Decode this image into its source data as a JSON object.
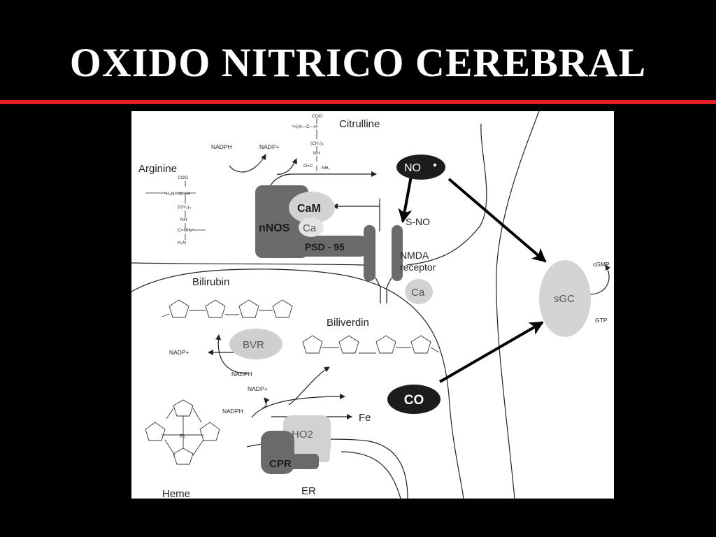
{
  "slide": {
    "title": "OXIDO NITRICO CEREBRAL"
  },
  "diagram": {
    "molecules": {
      "arginine": "Arginine",
      "citrulline": "Citrulline",
      "bilirubin": "Bilirubin",
      "biliverdin": "Biliverdin",
      "heme": "Heme",
      "fe": "Fe",
      "s_no": "S-NO"
    },
    "cofactors": {
      "nadph_top": "NADPH",
      "nadp_top": "NADP+",
      "nadp_bvr": "NADP+",
      "nadph_bvr": "NADPH",
      "nadp_ho": "NADP+",
      "nadph_ho": "NADPH",
      "cgmp": "cGMP",
      "gtp": "GTP"
    },
    "proteins": {
      "nnos": "nNOS",
      "cam": "CaM",
      "ca_nnos": "Ca",
      "psd95": "PSD - 95",
      "nmda_line1": "NMDA",
      "nmda_line2": "receptor",
      "ca_channel": "Ca",
      "sgc": "sGC",
      "bvr": "BVR",
      "ho2": "HO2",
      "cpr": "CPR",
      "er": "ER"
    },
    "gases": {
      "no": "NO",
      "co": "CO"
    }
  },
  "colors": {
    "background": "#000000",
    "title": "#ffffff",
    "rule": "#e51c23",
    "figure_bg": "#ffffff",
    "dark_protein": "#6b6b6b",
    "light_protein": "#d2d2d2",
    "gas_badge": "#1c1c1c"
  }
}
